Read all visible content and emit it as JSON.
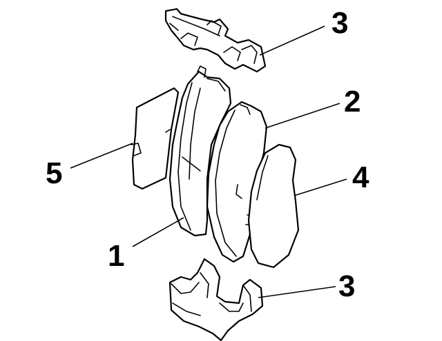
{
  "callouts": {
    "clip_top": "3",
    "outer_pad": "2",
    "shim_outer": "4",
    "shim_inner": "5",
    "inner_pad": "1",
    "clip_bottom": "3"
  }
}
